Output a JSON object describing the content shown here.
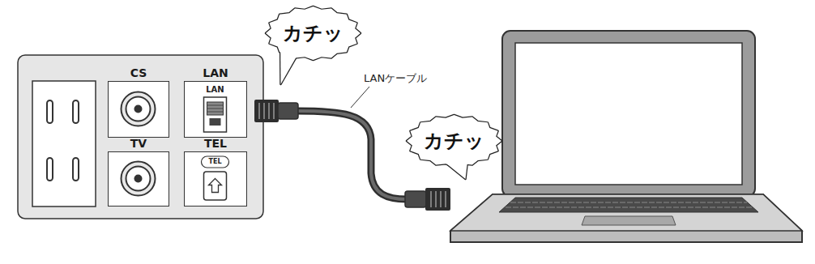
{
  "diagram": {
    "nodes": [
      {
        "text": [
          "CS"
        ]
      },
      {
        "text": [
          "LAN",
          "LAN"
        ]
      },
      {
        "text": [
          "TV"
        ]
      },
      {
        "text": [
          "TEL",
          "TEL"
        ]
      },
      {
        "text": [
          "カチッ"
        ]
      },
      {
        "text": [
          "カチッ"
        ]
      }
    ],
    "labels": [
      "LANケーブル"
    ]
  }
}
